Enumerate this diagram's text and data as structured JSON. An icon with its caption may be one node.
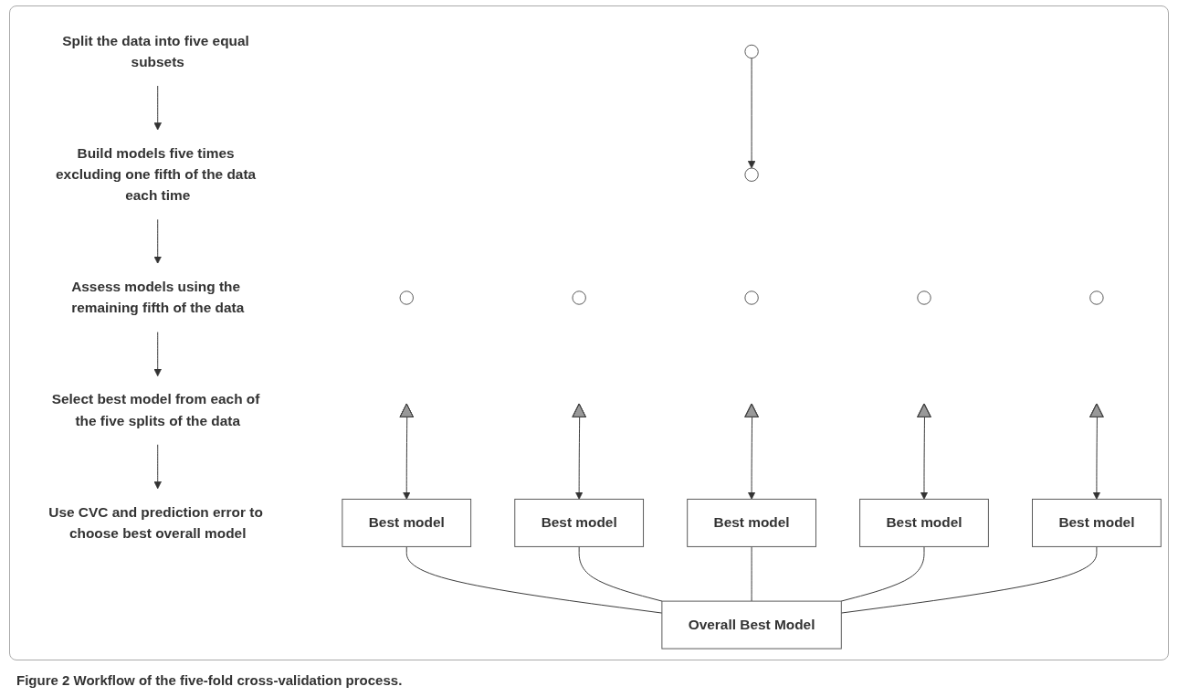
{
  "diagram": {
    "caption": "Figure 2 Workflow of the five-fold cross-validation process.",
    "nodes": [
      {
        "text": [
          "Split the data into five equal subsets"
        ]
      },
      {
        "text": [
          "Build models five times excluding one fifth of the data each time"
        ]
      },
      {
        "text": [
          "Assess models using the remaining fifth of the data"
        ]
      },
      {
        "text": [
          "Select best model from each of the five splits of the data"
        ]
      },
      {
        "text": [
          "Use CVC and prediction error to choose best overall model"
        ]
      },
      {
        "text": [],
        "shape": "circle"
      },
      {
        "text": [],
        "shape": "pie"
      },
      {
        "text": [],
        "shape": "pie"
      },
      {
        "text": [],
        "shape": "pie"
      },
      {
        "text": [],
        "shape": "pie"
      },
      {
        "text": [],
        "shape": "pie"
      },
      {
        "text": [],
        "shape": "pie"
      },
      {
        "text": [],
        "shape": "wedge"
      },
      {
        "text": [],
        "shape": "wedge"
      },
      {
        "text": [],
        "shape": "wedge"
      },
      {
        "text": [],
        "shape": "wedge"
      },
      {
        "text": [],
        "shape": "wedge"
      },
      {
        "text": [
          "Best model"
        ]
      },
      {
        "text": [
          "Best model"
        ]
      },
      {
        "text": [
          "Best model"
        ]
      },
      {
        "text": [
          "Best model"
        ]
      },
      {
        "text": [
          "Best model"
        ]
      },
      {
        "text": [
          "Overall Best Model"
        ]
      }
    ],
    "edges": [
      {
        "from": 0,
        "to": 1,
        "arrow": "to"
      },
      {
        "from": 1,
        "to": 2,
        "arrow": "to"
      },
      {
        "from": 2,
        "to": 3,
        "arrow": "to"
      },
      {
        "from": 3,
        "to": 4,
        "arrow": "to"
      },
      {
        "from": 5,
        "to": 6,
        "arrow": "to"
      },
      {
        "from": 12,
        "to": 17,
        "arrow": "to"
      },
      {
        "from": 13,
        "to": 18,
        "arrow": "to"
      },
      {
        "from": 14,
        "to": 19,
        "arrow": "to"
      },
      {
        "from": 15,
        "to": 20,
        "arrow": "to"
      },
      {
        "from": 16,
        "to": 21,
        "arrow": "to"
      },
      {
        "from": 17,
        "to": 22,
        "arrow": "none"
      },
      {
        "from": 18,
        "to": 22,
        "arrow": "none"
      },
      {
        "from": 19,
        "to": 22,
        "arrow": "none"
      },
      {
        "from": 20,
        "to": 22,
        "arrow": "none"
      },
      {
        "from": 21,
        "to": 22,
        "arrow": "none"
      }
    ]
  }
}
